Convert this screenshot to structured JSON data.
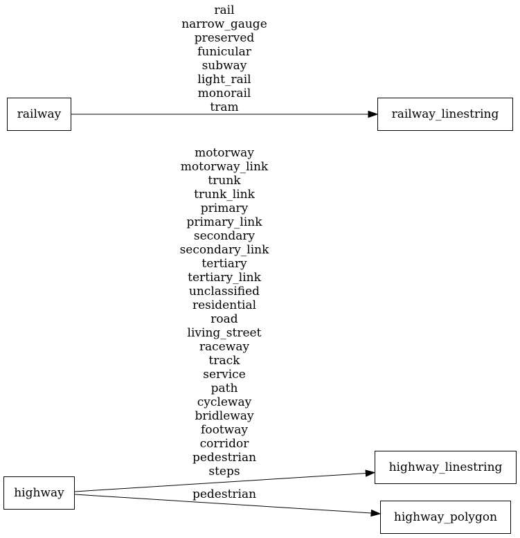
{
  "nodes": {
    "railway": "railway",
    "railway_linestring": "railway_linestring",
    "highway": "highway",
    "highway_linestring": "highway_linestring",
    "highway_polygon": "highway_polygon"
  },
  "edges": [
    {
      "from": "railway",
      "to": "railway_linestring",
      "labels": [
        "rail",
        "narrow_gauge",
        "preserved",
        "funicular",
        "subway",
        "light_rail",
        "monorail",
        "tram"
      ]
    },
    {
      "from": "highway",
      "to": "highway_linestring",
      "labels": [
        "motorway",
        "motorway_link",
        "trunk",
        "trunk_link",
        "primary",
        "primary_link",
        "secondary",
        "secondary_link",
        "tertiary",
        "tertiary_link",
        "unclassified",
        "residential",
        "road",
        "living_street",
        "raceway",
        "track",
        "service",
        "path",
        "cycleway",
        "bridleway",
        "footway",
        "corridor",
        "pedestrian",
        "steps"
      ]
    },
    {
      "from": "highway",
      "to": "highway_polygon",
      "labels": [
        "pedestrian"
      ]
    }
  ]
}
